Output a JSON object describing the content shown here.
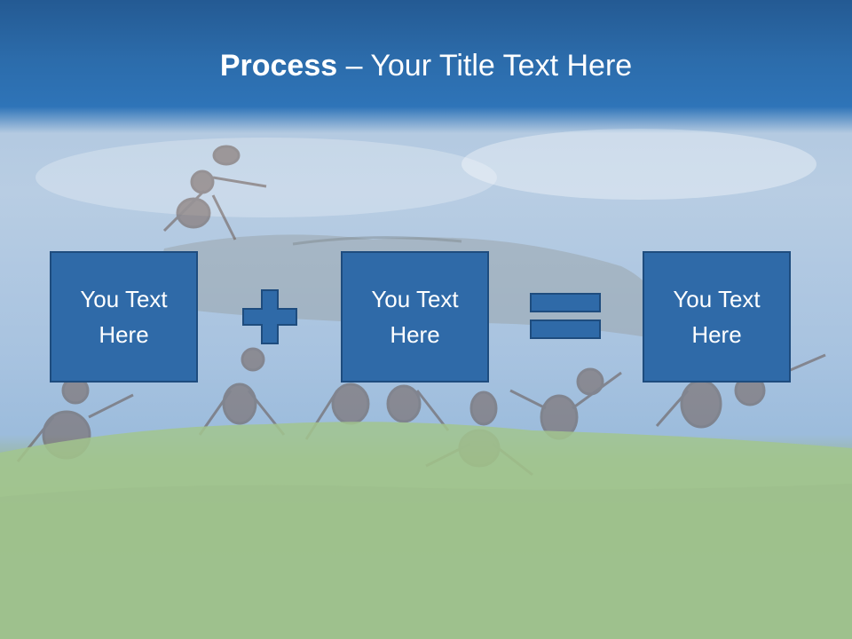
{
  "title": {
    "bold": "Process",
    "rest": " – Your Title Text Here"
  },
  "boxes": [
    {
      "text": "You Text Here"
    },
    {
      "text": "You Text Here"
    },
    {
      "text": "You Text Here"
    }
  ],
  "operators": [
    {
      "icon": "plus-icon"
    },
    {
      "icon": "equals-icon"
    }
  ],
  "colors": {
    "title_bar": "#2c6cab",
    "box_fill": "#2f6aa8",
    "box_border": "#1e4c7e",
    "text": "#ffffff"
  }
}
